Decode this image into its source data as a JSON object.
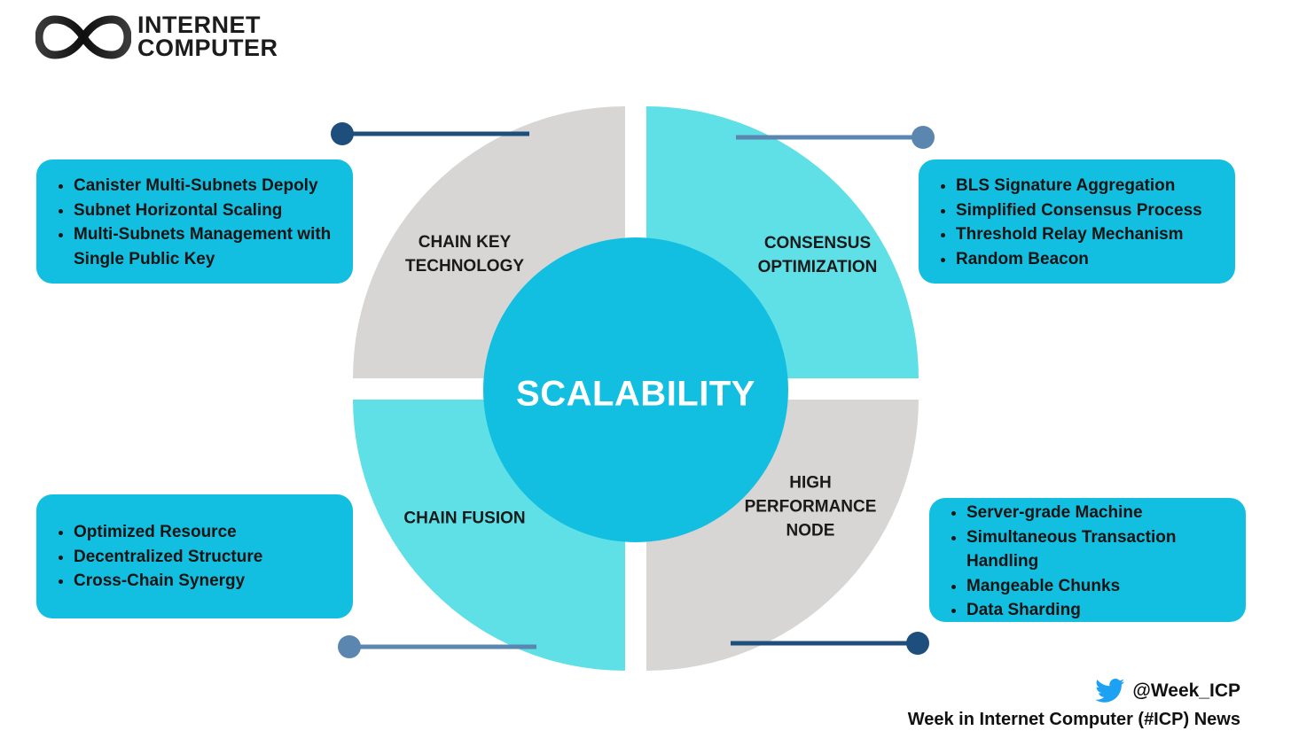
{
  "brand": {
    "logo_icon": "infinity-icon",
    "name_line1": "INTERNET",
    "name_line2": "COMPUTER"
  },
  "diagram": {
    "center_label": "SCALABILITY",
    "quadrants": [
      {
        "label_line1": "CHAIN KEY",
        "label_line2": "TECHNOLOGY",
        "label_line3": ""
      },
      {
        "label_line1": "CONSENSUS",
        "label_line2": "OPTIMIZATION",
        "label_line3": ""
      },
      {
        "label_line1": "CHAIN FUSION",
        "label_line2": "",
        "label_line3": ""
      },
      {
        "label_line1": "HIGH",
        "label_line2": "PERFORMANCE",
        "label_line3": "NODE"
      }
    ],
    "colors": {
      "gray_quadrant": "#d7d6d4",
      "cyan_quadrant": "#5fdfe6",
      "center_circle": "#12bfe0",
      "box_fill": "#12bfe0",
      "connector_dark": "#1e4f7c",
      "connector_light": "#5a86b0"
    }
  },
  "boxes": {
    "top_left": [
      {
        "text": "Canister Multi-Subnets Depoly"
      },
      {
        "text": "Subnet Horizontal Scaling"
      },
      {
        "text": "Multi-Subnets Management with Single Public Key"
      }
    ],
    "top_right": [
      {
        "text": "BLS Signature Aggregation"
      },
      {
        "text": "Simplified Consensus Process"
      },
      {
        "text": "Threshold Relay Mechanism"
      },
      {
        "text": "Random Beacon"
      }
    ],
    "bottom_left": [
      {
        "text": "Optimized Resource"
      },
      {
        "text": "Decentralized Structure"
      },
      {
        "text": "Cross-Chain Synergy"
      }
    ],
    "bottom_right": [
      {
        "text": "Server-grade Machine"
      },
      {
        "text": "Simultaneous Transaction Handling"
      },
      {
        "text": "Mangeable Chunks"
      },
      {
        "text": "Data Sharding"
      }
    ]
  },
  "footer": {
    "icon": "twitter-bird-icon",
    "handle": "@Week_ICP",
    "tagline": "Week in Internet Computer (#ICP) News"
  }
}
